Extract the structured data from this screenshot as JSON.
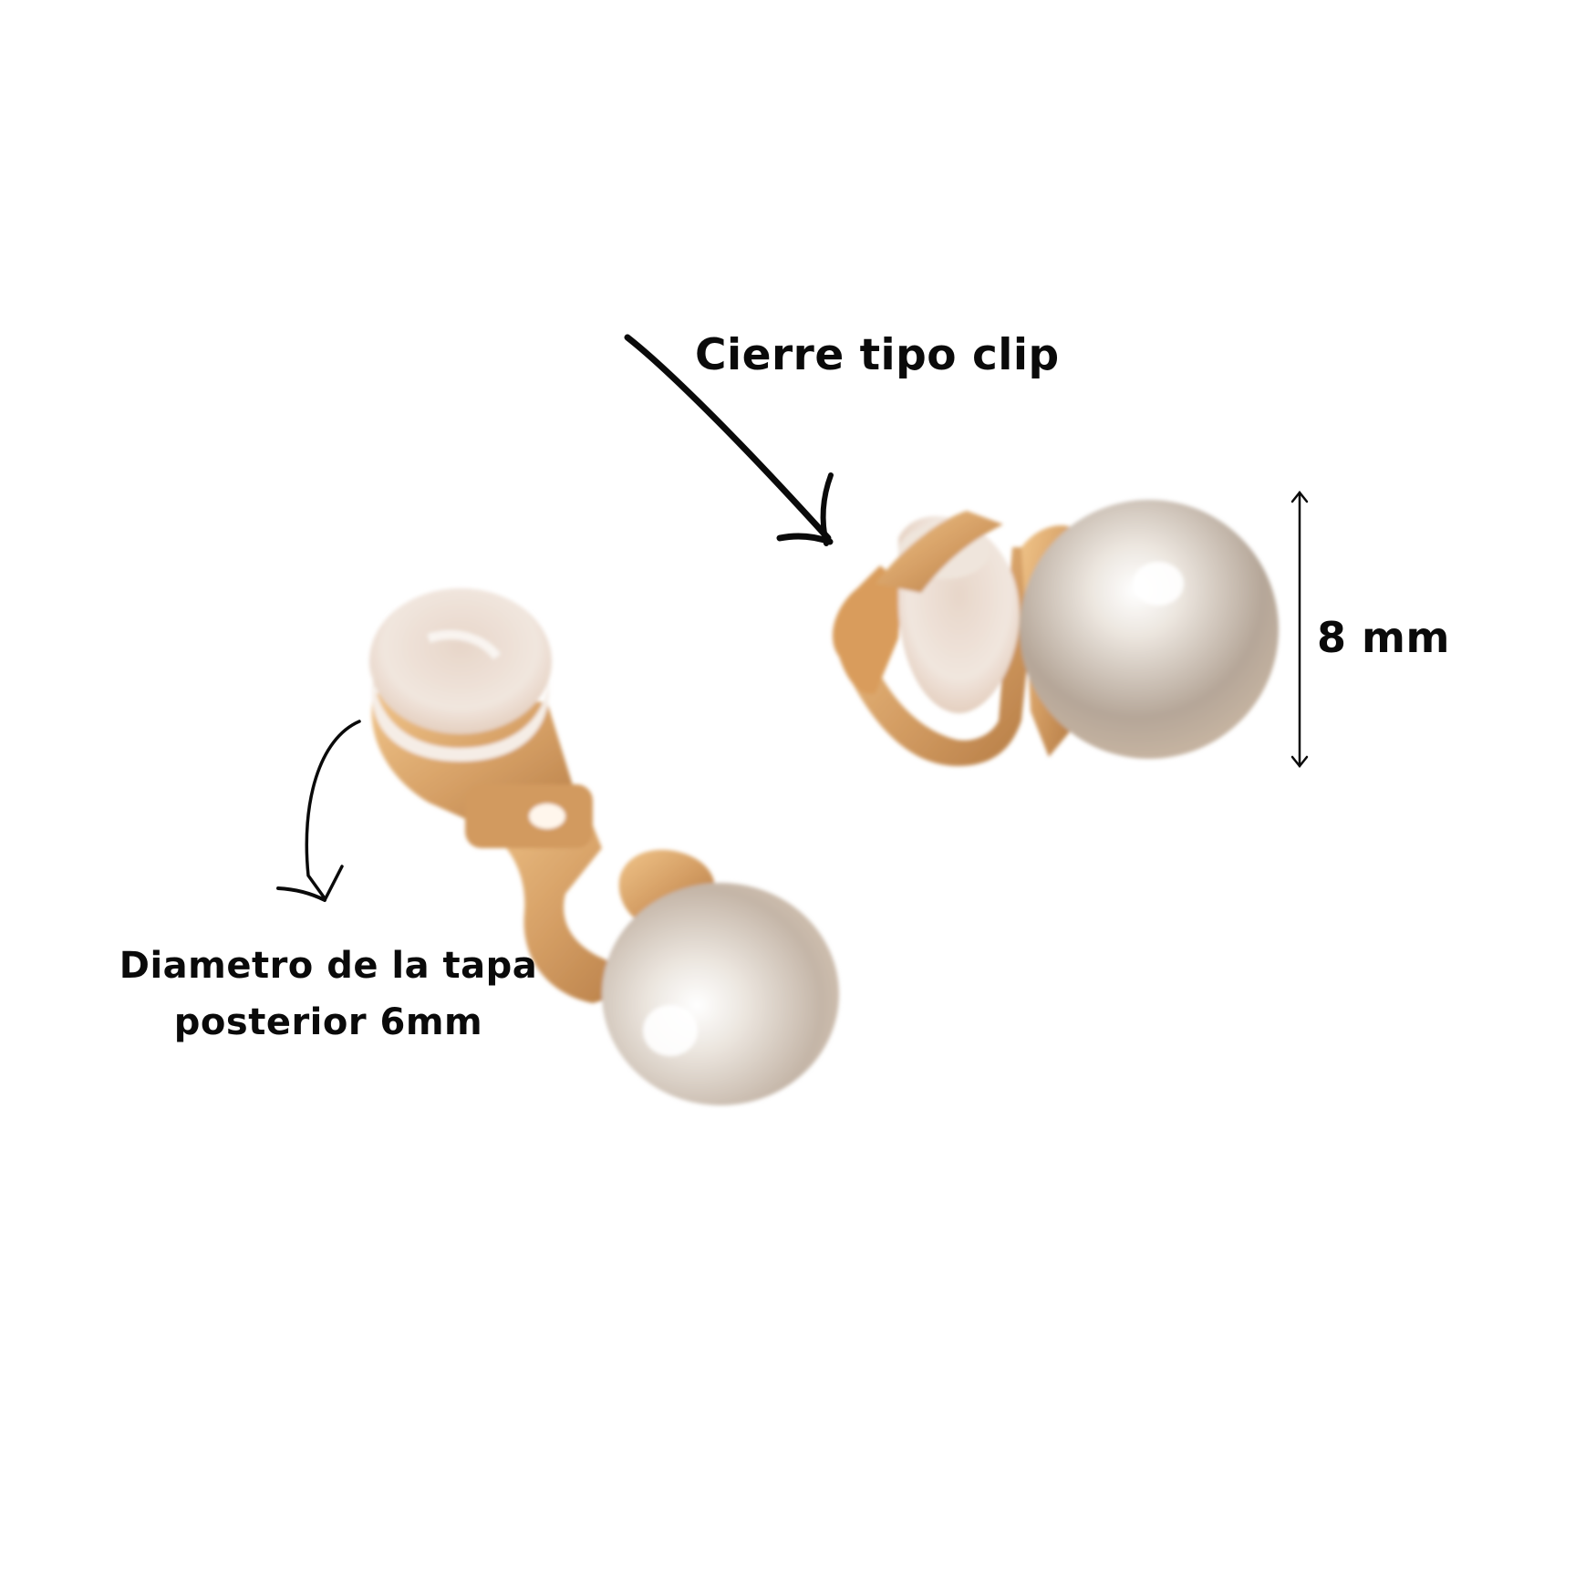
{
  "product": {
    "name": "Pearl clip-on earrings",
    "colors": {
      "background": "#ffffff",
      "text": "#0a0a0a",
      "gold": "#d9a468",
      "gold_dark": "#b67d45",
      "pearl": "#e9e2da",
      "pearl_shadow": "#a8988a",
      "pad": "#efe4dc"
    }
  },
  "annotations": {
    "clip_label": "Cierre tipo clip",
    "size_label": "8 mm",
    "diameter_line1": "Diametro de la tapa",
    "diameter_line2": "posterior 6mm"
  },
  "icons": {
    "clip_arrow": "arrow-down-right-icon",
    "size_arrow": "double-arrow-vertical-icon",
    "diameter_arrow": "curved-arrow-down-icon"
  }
}
